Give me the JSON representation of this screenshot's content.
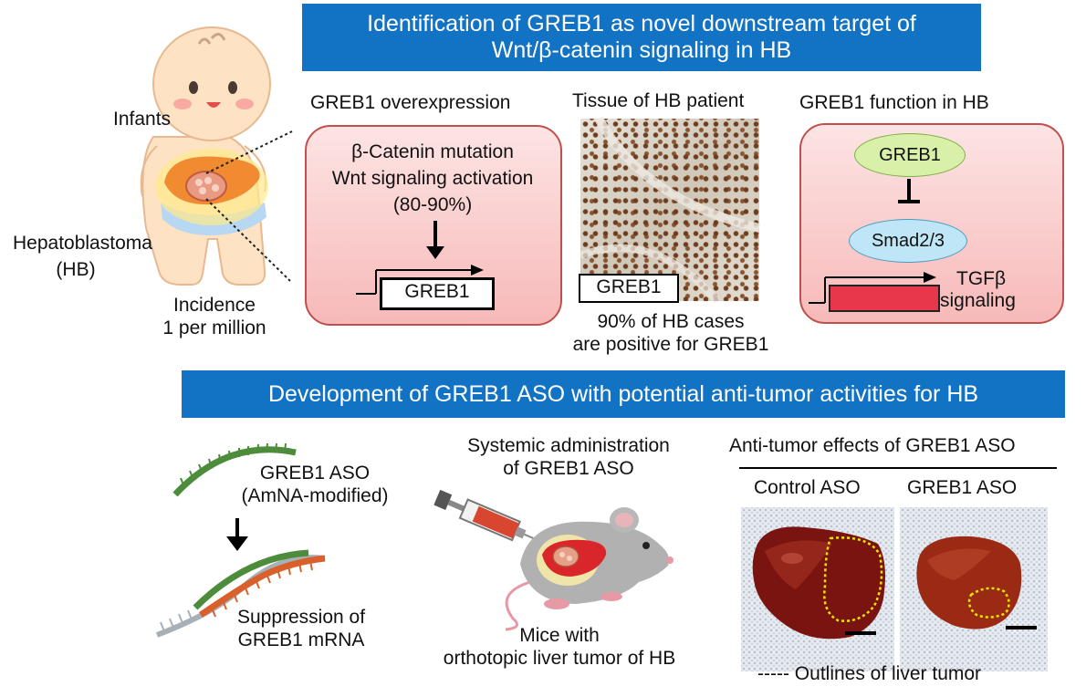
{
  "top_banner": {
    "line1": "Identification of GREB1 as novel downstream target of",
    "line2": "Wnt/β-catenin signaling in HB"
  },
  "left_panel": {
    "infants": "Infants",
    "hepatoblastoma": "Hepatoblastoma",
    "hb": "(HB)",
    "incidence_line1": "Incidence",
    "incidence_line2": "1 per million"
  },
  "overexpression": {
    "title": "GREB1 overexpression",
    "line1": "β-Catenin mutation",
    "line2": "Wnt signaling activation",
    "line3": "(80-90%)",
    "gene": "GREB1"
  },
  "tissue": {
    "title": "Tissue of HB patient",
    "gene": "GREB1",
    "caption_line1": "90% of HB cases",
    "caption_line2": "are positive for GREB1"
  },
  "function": {
    "title": "GREB1 function in HB",
    "greb1": "GREB1",
    "smad": "Smad2/3",
    "tgf_line1": "TGFβ",
    "tgf_line2": "signaling"
  },
  "bottom_banner": {
    "text": "Development of GREB1 ASO with potential anti-tumor activities for HB"
  },
  "aso": {
    "line1": "GREB1 ASO",
    "line2": "(AmNA-modified)",
    "supp_line1": "Suppression of",
    "supp_line2": "GREB1 mRNA"
  },
  "mouse": {
    "title_line1": "Systemic administration",
    "title_line2": "of GREB1 ASO",
    "caption_line1": "Mice with",
    "caption_line2": "orthotopic liver tumor of HB"
  },
  "effects": {
    "title": "Anti-tumor effects of GREB1 ASO",
    "control": "Control ASO",
    "treated": "GREB1 ASO",
    "legend": "----- Outlines of liver tumor"
  },
  "colors": {
    "banner": "#1273c4",
    "box_border": "#c0504d",
    "greb1_ellipse": "#d8f0a8",
    "smad_ellipse": "#bfe6f6",
    "tgf_bar": "#e8374a",
    "aso_green": "#4c8c3a",
    "mrna_orange": "#d9602a",
    "tumor_outline": "#f2e600"
  }
}
